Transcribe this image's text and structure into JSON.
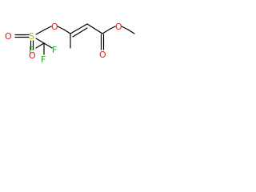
{
  "colors": {
    "bond": "#000000",
    "oxygen": "#ff0d0d",
    "sulfur": "#b2b200",
    "fluorine": "#22aa22",
    "carbon": "#000000",
    "background": "#ffffff"
  },
  "atoms": {
    "o_sulfonyl_left": "O",
    "s_center": "S",
    "o_sulfonyl_bottom": "O",
    "o_ester_link": "O",
    "f_left": "F",
    "f_right": "F",
    "f_bottom": "F",
    "o_carbonyl": "O",
    "o_methoxy": "O"
  }
}
